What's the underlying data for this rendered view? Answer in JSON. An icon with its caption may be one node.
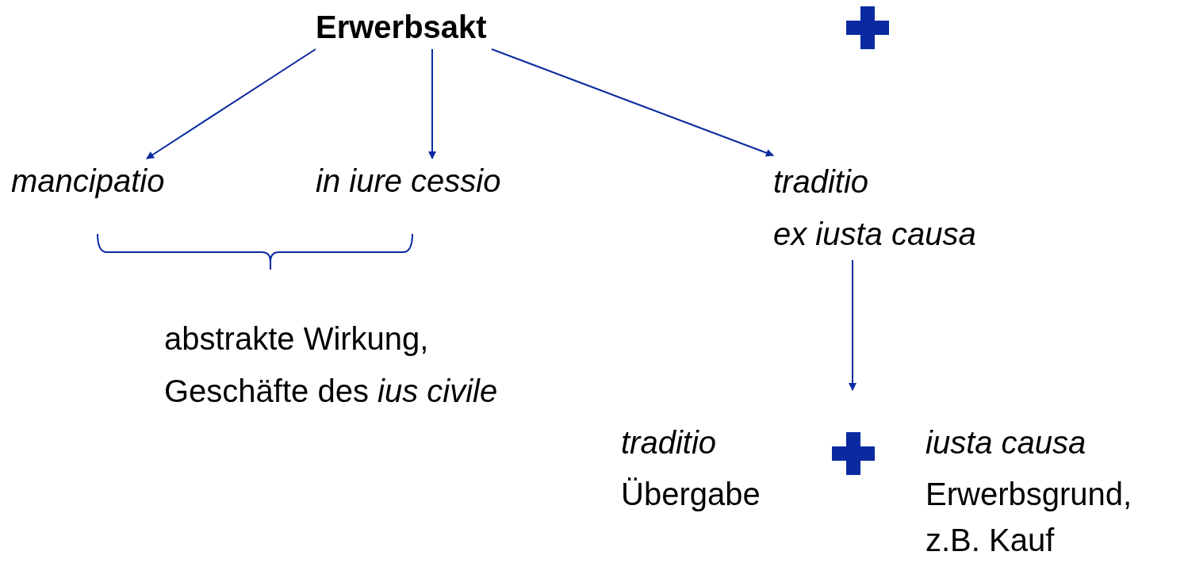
{
  "diagram": {
    "nodes": [
      {
        "text": [
          "Erwerbsakt"
        ]
      },
      {
        "text": [
          "mancipatio"
        ]
      },
      {
        "text": [
          "in iure cessio"
        ]
      },
      {
        "text": [
          "traditio",
          "ex iusta causa"
        ]
      }
    ],
    "edges": [
      {
        "from": 0,
        "to": 1,
        "arrow": "to"
      },
      {
        "from": 0,
        "to": 2,
        "arrow": "to"
      },
      {
        "from": 0,
        "to": 3,
        "arrow": "to"
      },
      {
        "from": 3,
        "to": null,
        "arrow": "to"
      }
    ],
    "labels": [
      "abstrakte Wirkung, Geschäfte des *ius civile*",
      "traditio",
      "Übergabe",
      "iusta causa",
      "Erwerbsgrund, z.B. Kauf"
    ]
  }
}
